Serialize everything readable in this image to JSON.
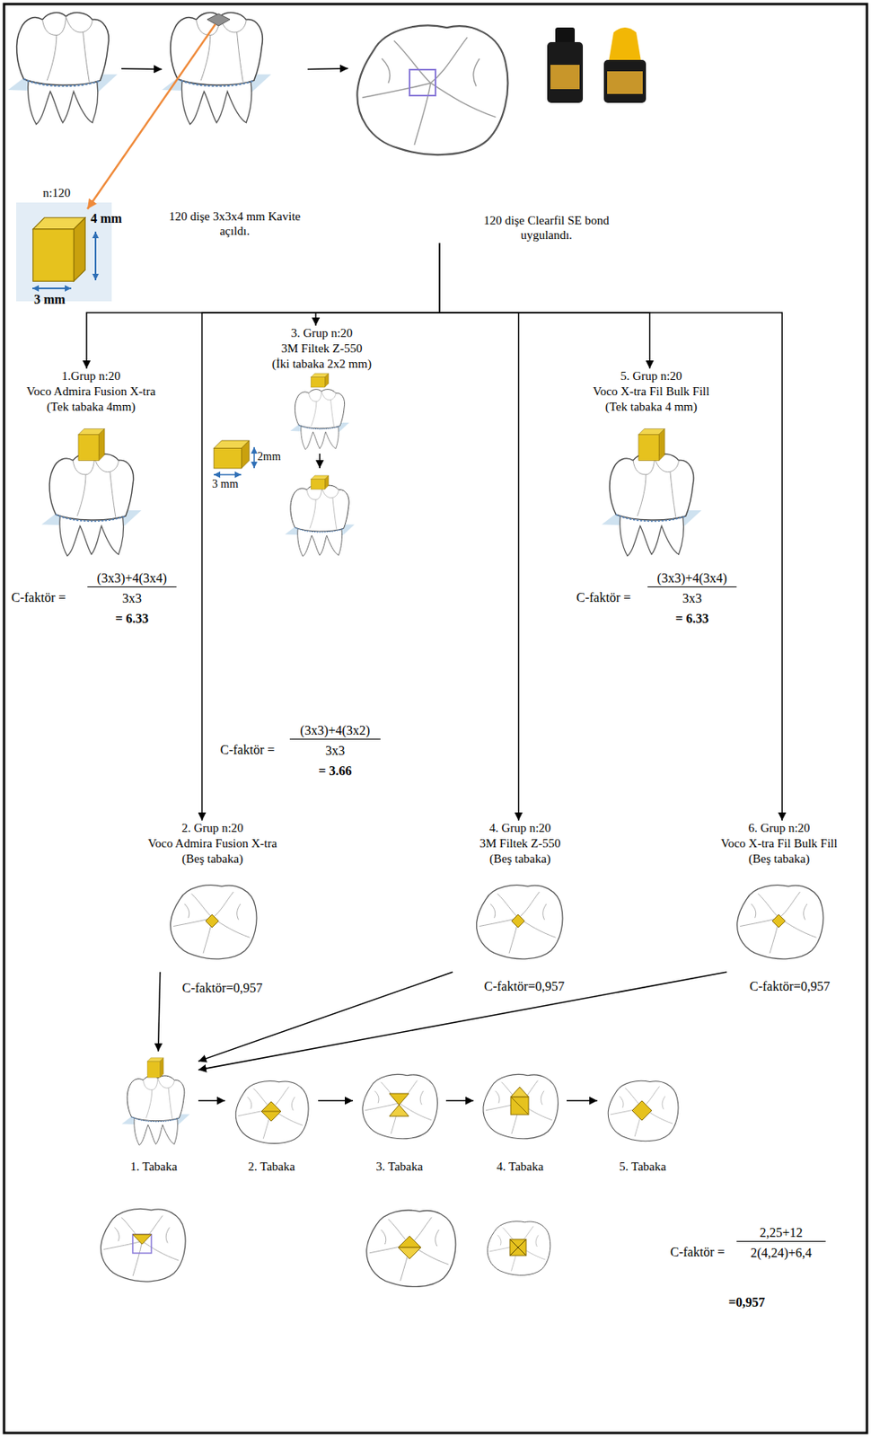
{
  "diagram": {
    "nodes": [
      {
        "text": [
          "n:120"
        ]
      },
      {
        "text": [
          "120 dişe 3x3x4 mm Kavite açıldı."
        ]
      },
      {
        "text": [
          "120 dişe Clearfil SE bond uygulandı."
        ]
      },
      {
        "text": [
          "1.Grup n:20",
          "Voco Admira Fusion X-tra",
          "(Tek tabaka 4mm)"
        ]
      },
      {
        "text": [
          "3. Grup n:20",
          "3M Filtek Z-550",
          "(İki tabaka 2x2 mm)"
        ]
      },
      {
        "text": [
          "5. Grup n:20",
          "Voco X-tra Fil Bulk Fill",
          "(Tek tabaka 4 mm)"
        ]
      },
      {
        "text": [
          "2. Grup n:20",
          "Voco Admira Fusion X-tra",
          "(Beş tabaka)"
        ]
      },
      {
        "text": [
          "4. Grup n:20",
          "3M Filtek Z-550",
          "(Beş tabaka)"
        ]
      },
      {
        "text": [
          "6. Grup n:20",
          "Voco X-tra Fil Bulk Fill",
          "(Beş tabaka)"
        ]
      },
      {
        "text": [
          "1. Tabaka"
        ]
      },
      {
        "text": [
          "2. Tabaka"
        ]
      },
      {
        "text": [
          "3. Tabaka"
        ]
      },
      {
        "text": [
          "4. Tabaka"
        ]
      },
      {
        "text": [
          "5. Tabaka"
        ]
      }
    ],
    "edges": [
      {
        "from": 0,
        "to": 1,
        "arrow": "to"
      },
      {
        "from": 1,
        "to": 2,
        "arrow": "to"
      },
      {
        "from": 2,
        "to": 3,
        "arrow": "to"
      },
      {
        "from": 2,
        "to": 6,
        "arrow": "to"
      },
      {
        "from": 2,
        "to": 4,
        "arrow": "to"
      },
      {
        "from": 2,
        "to": 7,
        "arrow": "to"
      },
      {
        "from": 2,
        "to": 5,
        "arrow": "to"
      },
      {
        "from": 2,
        "to": 8,
        "arrow": "to"
      },
      {
        "from": 6,
        "to": 9,
        "arrow": "to"
      },
      {
        "from": 7,
        "to": 9,
        "arrow": "to"
      },
      {
        "from": 8,
        "to": 9,
        "arrow": "to"
      },
      {
        "from": 9,
        "to": 10,
        "arrow": "to"
      },
      {
        "from": 10,
        "to": 11,
        "arrow": "to"
      },
      {
        "from": 11,
        "to": 12,
        "arrow": "to"
      },
      {
        "from": 12,
        "to": 13,
        "arrow": "to"
      }
    ],
    "labels": [
      "4 mm",
      "3 mm",
      "C-faktör =",
      "(3x3)+4(3x4)",
      "3x3",
      "= 6.33",
      "2mm",
      "3 mm",
      "C-faktör =",
      "(3x3)+4(3x4)",
      "3x3",
      "= 6.33",
      "C-faktör =",
      "(3x3)+4(3x2)",
      "3x3",
      "= 3.66",
      "C-faktör=0,957",
      "C-faktör=0,957",
      "C-faktör=0,957",
      "C-faktör =",
      "2,25+12",
      "2(4,24)+6,4",
      "=0,957"
    ]
  }
}
